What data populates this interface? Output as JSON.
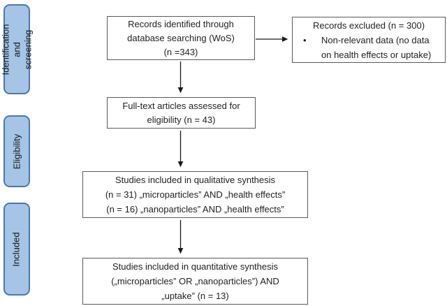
{
  "diagram_title": "PRISMA-style literature screening flow chart",
  "colors": {
    "stage_fill": "#a6c4e6",
    "stage_border": "#4a79ab",
    "flow_box_border": "#5a5a5a",
    "arrow": "#1a1a1a",
    "text": "#1f1f1f",
    "background": "#ffffff"
  },
  "sidebar": {
    "stages": [
      {
        "label": "Identification and\nscreening"
      },
      {
        "label": "Eligibility"
      },
      {
        "label": "Included"
      }
    ]
  },
  "flow": {
    "records_identified": {
      "lines": [
        "Records identified through",
        "database searching (WoS)",
        "(n =343)"
      ]
    },
    "records_excluded": {
      "title": "Records excluded (n = 300)",
      "bullet": "•",
      "bullet_text": "Non-relevant data (no data\non health effects or uptake)"
    },
    "fulltext_assessed": {
      "lines": [
        "Full-text articles assessed for",
        "eligibility (n = 43)"
      ]
    },
    "qualitative_synthesis": {
      "lines": [
        "Studies included in qualitative synthesis",
        "(n = 31) „microparticles” AND „health effects”",
        "(n = 16) „nanoparticles” AND „health effects”"
      ]
    },
    "quantitative_synthesis": {
      "lines": [
        "Studies included in quantitative synthesis",
        "(„microparticles” OR „nanoparticles”) AND",
        "„uptake” (n = 13)"
      ]
    }
  },
  "arrows": [
    {
      "name": "identified-to-excluded",
      "direction": "right"
    },
    {
      "name": "identified-to-fulltext",
      "direction": "down"
    },
    {
      "name": "fulltext-to-qualitative",
      "direction": "down"
    },
    {
      "name": "qualitative-to-quantitative",
      "direction": "down"
    }
  ]
}
